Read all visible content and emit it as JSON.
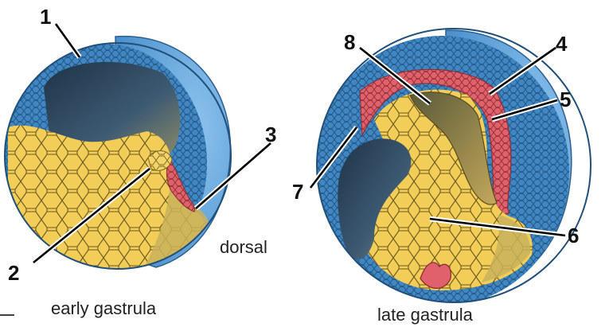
{
  "captions": {
    "early": "early gastrula",
    "late": "late gastrula",
    "dorsal": "dorsal"
  },
  "labels": [
    "1",
    "2",
    "3",
    "4",
    "5",
    "6",
    "7",
    "8"
  ],
  "colors": {
    "ectoderm_blue": "#3f86c2",
    "cut_face_blue": "#6aa8dc",
    "cavity_dark": "#243a4f",
    "yolk_yellow": "#f2cd58",
    "yolk_shadow": "#b79a3f",
    "mesoderm_red": "#e0616b",
    "cell_outline": "#6b5a1f"
  }
}
